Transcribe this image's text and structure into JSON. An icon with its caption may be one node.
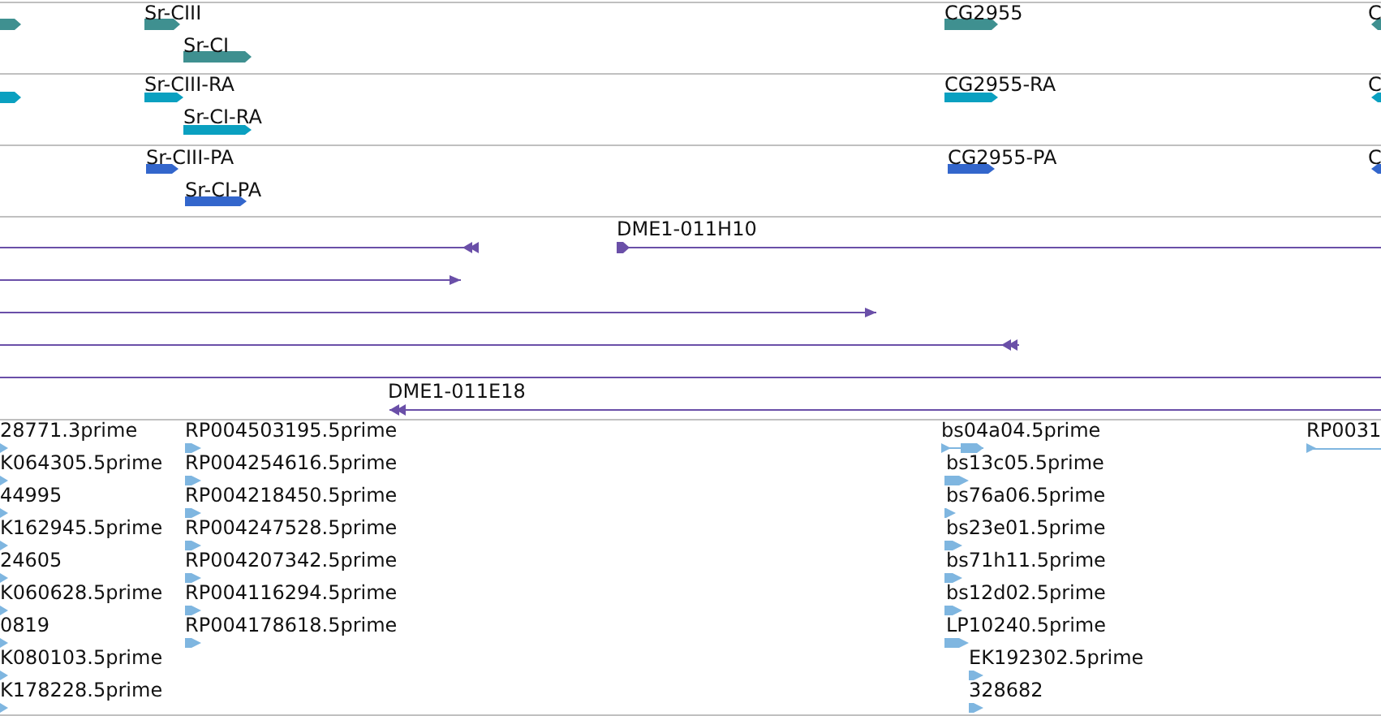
{
  "diagram": {
    "labels": [
      "Sr-CIII",
      "CG2955",
      "C",
      "Sr-CI",
      "Sr-CIII-RA",
      "CG2955-RA",
      "C",
      "Sr-CI-RA",
      "Sr-CIII-PA",
      "CG2955-PA",
      "C",
      "Sr-CI-PA",
      "DME1-011H10",
      "DME1-011E18",
      "28771.3prime",
      "RP004503195.5prime",
      "bs04a04.5prime",
      "RP0031",
      "K064305.5prime",
      "RP004254616.5prime",
      "bs13c05.5prime",
      "44995",
      "RP004218450.5prime",
      "bs76a06.5prime",
      "K162945.5prime",
      "RP004247528.5prime",
      "bs23e01.5prime",
      "24605",
      "RP004207342.5prime",
      "bs71h11.5prime",
      "K060628.5prime",
      "RP004116294.5prime",
      "bs12d02.5prime",
      "0819",
      "RP004178618.5prime",
      "LP10240.5prime",
      "K080103.5prime",
      "EK192302.5prime",
      "K178228.5prime",
      "328682"
    ]
  }
}
